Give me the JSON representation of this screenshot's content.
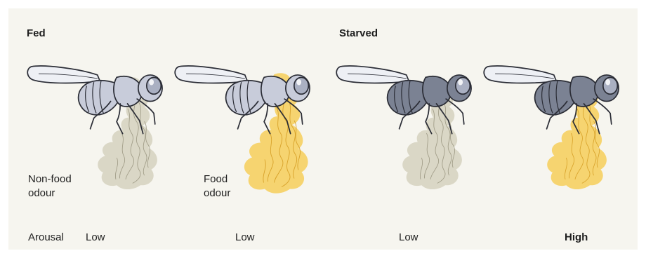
{
  "groups": {
    "fed": "Fed",
    "starved": "Starved"
  },
  "odours": {
    "non_food": [
      "Non-food",
      "odour"
    ],
    "food": [
      "Food",
      "odour"
    ]
  },
  "arousal": {
    "label": "Arousal",
    "levels": [
      "Low",
      "Low",
      "Low",
      "High"
    ]
  },
  "colors": {
    "background": "#f6f5ef",
    "non_food_odour": "#d9d6c4",
    "food_odour": "#f6d36a",
    "fed_fly_body": "#c8ccda",
    "starved_fly_body": "#7b8293",
    "outline": "#2b2d36",
    "wing": "#eef0f5"
  },
  "scenes": [
    {
      "group": "fed",
      "odour": "non_food",
      "arousal": "Low",
      "fly_icon": "fly-fed-icon"
    },
    {
      "group": "fed",
      "odour": "food",
      "arousal": "Low",
      "fly_icon": "fly-fed-icon"
    },
    {
      "group": "starved",
      "odour": "non_food",
      "arousal": "Low",
      "fly_icon": "fly-starved-icon"
    },
    {
      "group": "starved",
      "odour": "food",
      "arousal": "High",
      "fly_icon": "fly-starved-icon"
    }
  ]
}
